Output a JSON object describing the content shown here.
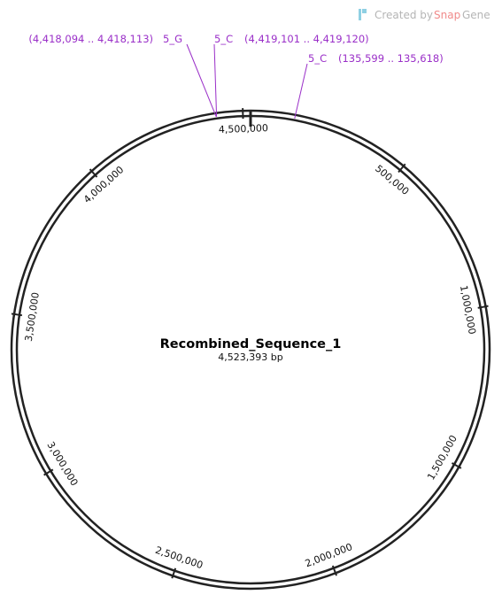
{
  "watermark": {
    "created_by": "Created by",
    "brand_snap": "Snap",
    "brand_gene": "Gene",
    "icon": "snapgene-logo-icon"
  },
  "sequence": {
    "name": "Recombined_Sequence_1",
    "length_label": "4,523,393 bp",
    "length": 4523393
  },
  "colors": {
    "backbone": "#222222",
    "feature": "#9a2fc8",
    "watermark_text": "#b5b5b5",
    "brand_snap": "#f08b8b",
    "brand_gene": "#b5b5b5",
    "logo": "#8fd0e3"
  },
  "ticks": [
    {
      "pos": 500000,
      "label": "500,000"
    },
    {
      "pos": 1000000,
      "label": "1,000,000"
    },
    {
      "pos": 1500000,
      "label": "1,500,000"
    },
    {
      "pos": 2000000,
      "label": "2,000,000"
    },
    {
      "pos": 2500000,
      "label": "2,500,000"
    },
    {
      "pos": 3000000,
      "label": "3,000,000"
    },
    {
      "pos": 3500000,
      "label": "3,500,000"
    },
    {
      "pos": 4000000,
      "label": "4,000,000"
    },
    {
      "pos": 4500000,
      "label": "4,500,000"
    }
  ],
  "features": [
    {
      "name": "5_G",
      "range": "(4,418,094 .. 4,418,113)",
      "pos": 4418103
    },
    {
      "name": "5_C",
      "range": "(4,419,101 .. 4,419,120)",
      "pos": 4419110
    },
    {
      "name": "5_C",
      "range": "(135,599 .. 135,618)",
      "pos": 135608
    }
  ]
}
